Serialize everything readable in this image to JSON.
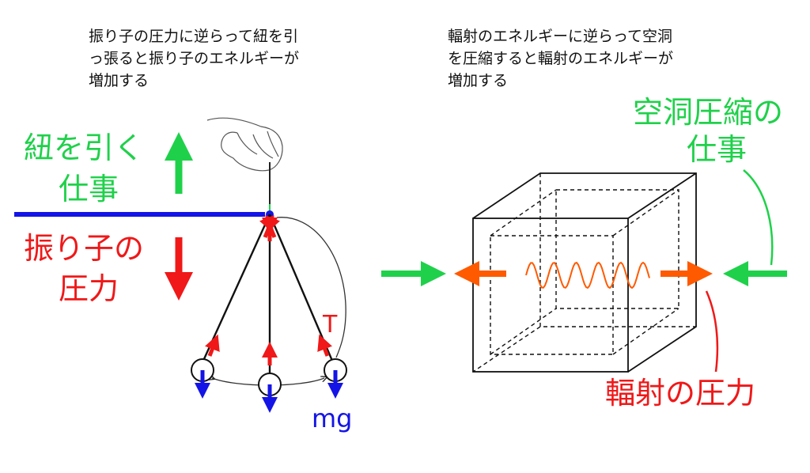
{
  "left": {
    "caption": [
      "振り子の圧力に逆らって紐を引",
      "っ張ると振り子のエネルギーが",
      "増加する"
    ],
    "work_label": [
      "紐を引く",
      "仕事"
    ],
    "pressure_label": [
      "振り子の",
      "圧力"
    ],
    "tension_label": "T",
    "gravity_label": "mg"
  },
  "right": {
    "caption": [
      "輻射のエネルギーに逆らって空洞",
      "を圧縮すると輻射のエネルギーが",
      "増加する"
    ],
    "work_label": [
      "空洞圧縮の",
      "仕事"
    ],
    "pressure_label": "輻射の圧力"
  },
  "colors": {
    "green": "#1fd14a",
    "red": "#f01818",
    "blue": "#1414e6",
    "orange": "#ff5a00"
  }
}
